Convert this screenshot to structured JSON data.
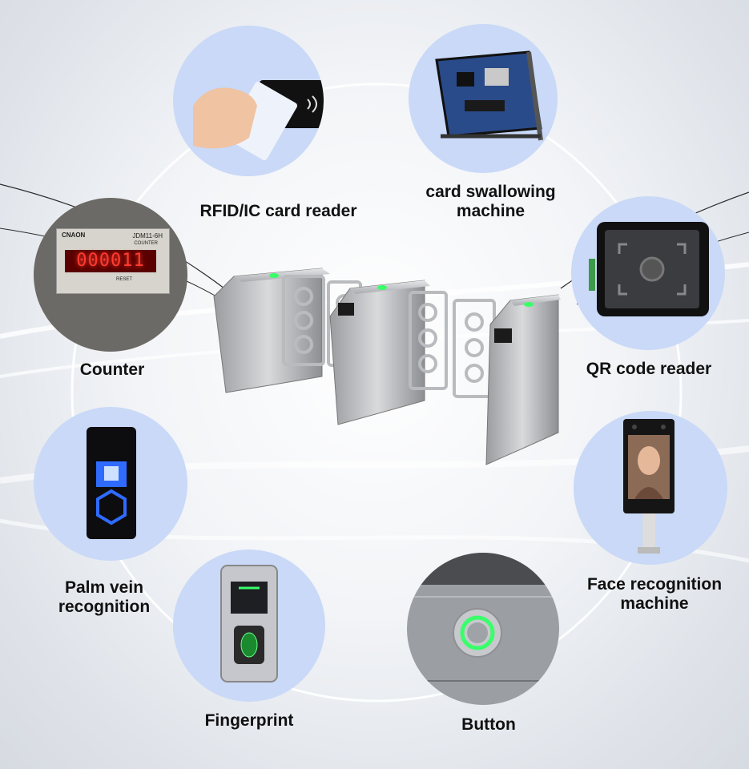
{
  "features": {
    "rfid": {
      "label": "RFID/IC card reader"
    },
    "swallow": {
      "label_line1": "card swallowing",
      "label_line2": "machine"
    },
    "counter": {
      "label": "Counter",
      "device_brand": "CNAON",
      "device_model": "JDM11-6H",
      "device_sub": "COUNTER",
      "display_value": "000011",
      "reset_text": "RESET"
    },
    "qr": {
      "label": "QR code reader"
    },
    "palm": {
      "label_line1": "Palm vein",
      "label_line2": "recognition"
    },
    "face": {
      "label_line1": "Face recognition",
      "label_line2": "machine"
    },
    "fingerprint": {
      "label": "Fingerprint"
    },
    "button": {
      "label": "Button"
    }
  },
  "colors": {
    "circle_bg": "#c9d9f7",
    "led_red": "#ff3b30",
    "indicator_green": "#39ff6a",
    "palm_ring_blue": "#2f6bff"
  }
}
